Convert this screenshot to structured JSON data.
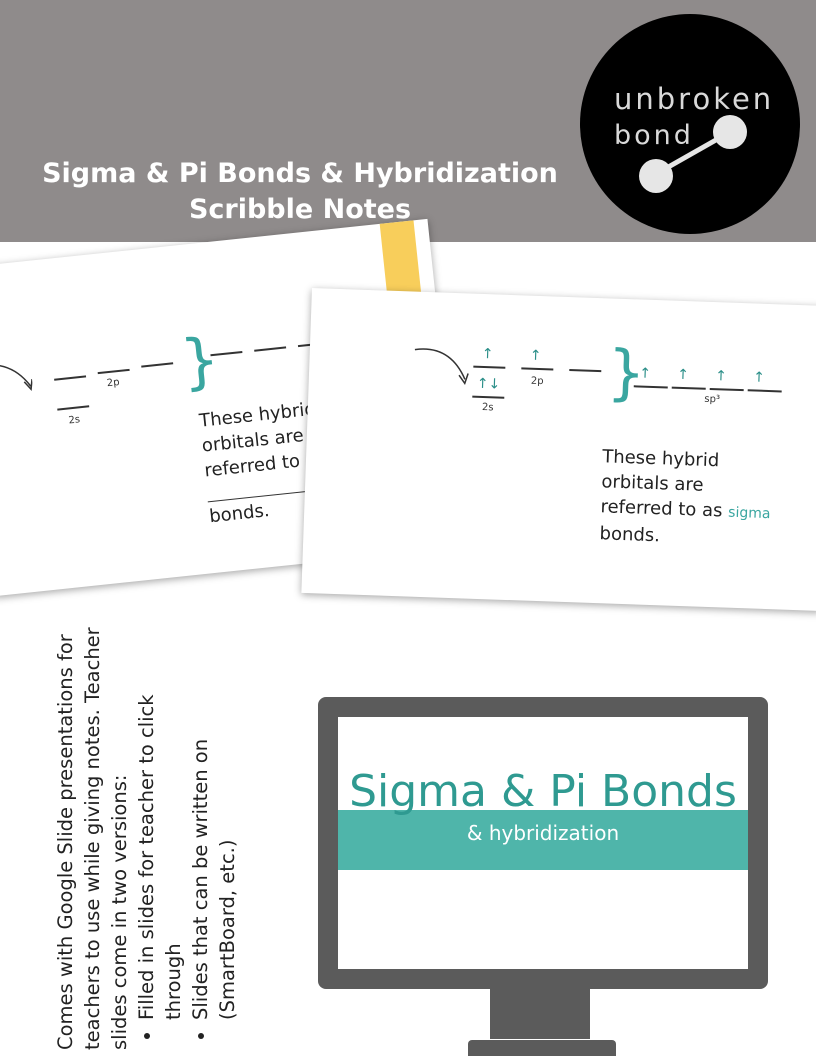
{
  "header": {
    "title_line1": "Sigma & Pi Bonds & Hybridization",
    "title_line2": "Scribble Notes",
    "bg_color": "#8f8b8b",
    "logo": {
      "word1": "unbroken",
      "word2": "bond"
    }
  },
  "slide_left": {
    "label_2p": "2p",
    "label_2s": "2s",
    "text_line1": "These hybrid",
    "text_line2": "orbitals are",
    "text_line3": "referred to as",
    "text_line4": "bonds."
  },
  "slide_right": {
    "label_2p": "2p",
    "label_2s": "2s",
    "label_sp3": "sp³",
    "text_line1": "These hybrid",
    "text_line2": "orbitals are",
    "text_line3": "referred to as",
    "fill_word": "sigma",
    "text_line4": "bonds."
  },
  "description": {
    "intro": "Comes with Google Slide presentations for teachers to use while giving notes.  Teacher slides come in two versions:",
    "bullets": [
      "Filled in slides for teacher to click through",
      "Slides that can be written on (SmartBoard, etc.)"
    ]
  },
  "monitor": {
    "title": "Sigma & Pi Bonds",
    "subtitle": "& hybridization"
  }
}
